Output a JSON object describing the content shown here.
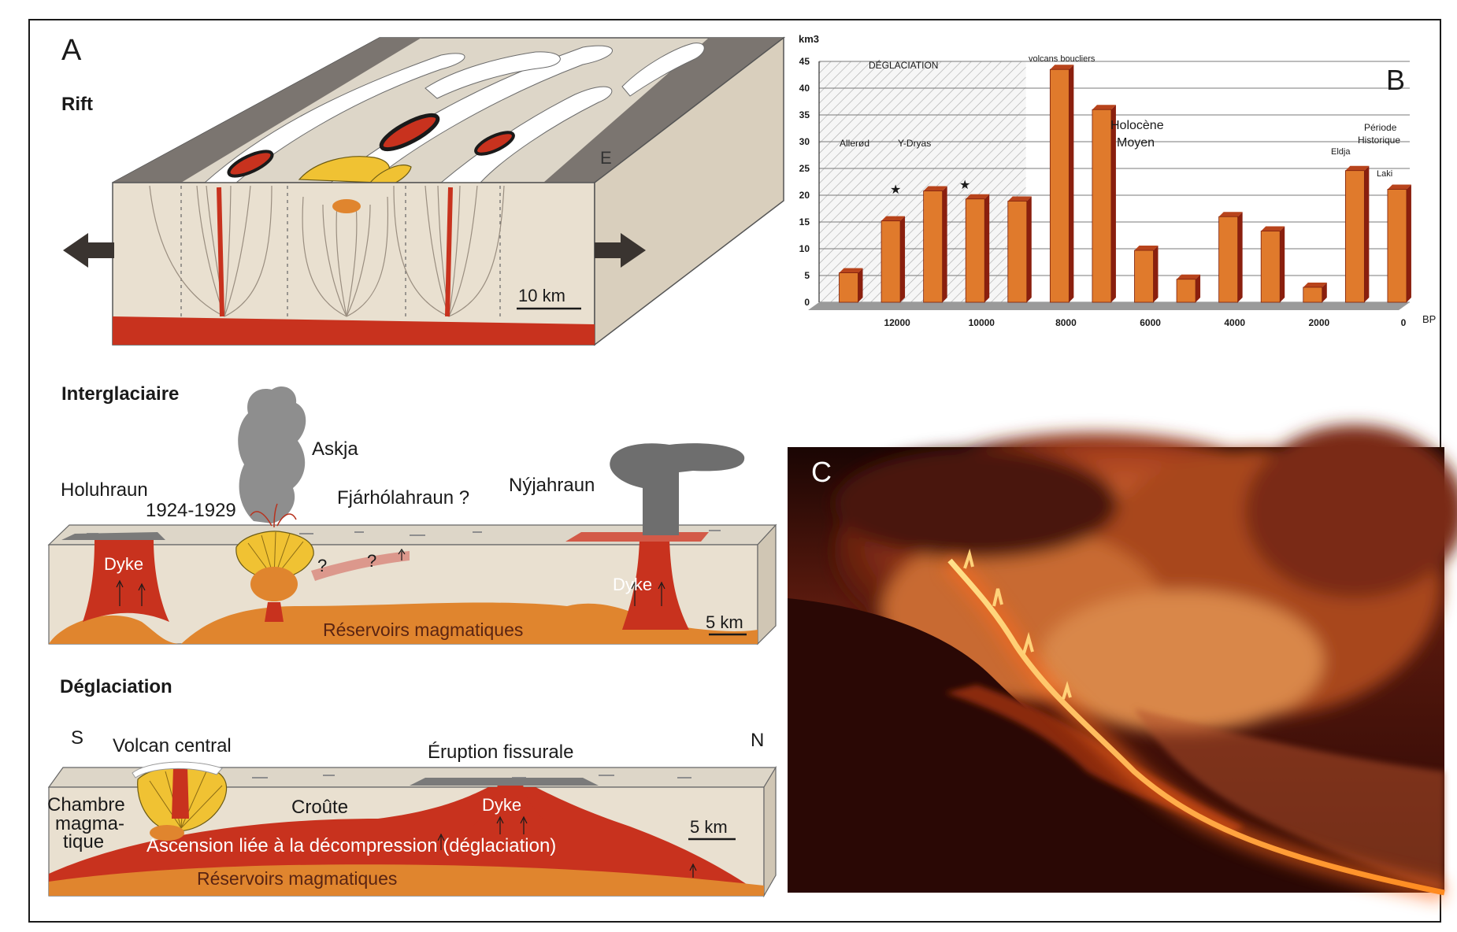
{
  "panel_a": {
    "letter": "A",
    "rift": {
      "title": "Rift",
      "east_label": "E",
      "scale": "10 km"
    },
    "interglacial": {
      "title": "Interglaciaire",
      "labels": {
        "askja": "Askja",
        "holuhraun": "Holuhraun",
        "years": "1924-1929",
        "fjarholahraun": "Fjárhólahraun ?",
        "nyjahraun": "Nýjahraun",
        "dyke_left": "Dyke",
        "dyke_right": "Dyke",
        "question1": "?",
        "question2": "?",
        "reservoirs": "Réservoirs magmatiques",
        "scale": "5 km"
      }
    },
    "deglaciation": {
      "title": "Déglaciation",
      "labels": {
        "south": "S",
        "north": "N",
        "central_volcano": "Volcan central",
        "fissure_eruption": "Éruption fissurale",
        "chamber_1": "Chambre",
        "chamber_2": "magma-",
        "chamber_3": "tique",
        "crust": "Croûte",
        "dyke": "Dyke",
        "scale": "5 km",
        "ascension": "Ascension liée à la décompression (déglaciation)",
        "reservoirs": "Réservoirs magmatiques"
      }
    }
  },
  "panel_b": {
    "letter": "B",
    "labels": {
      "deglaciation": "DÉGLACIATION",
      "allerod": "Allerød",
      "ydryas": "Y-Dryas",
      "star_left": "★",
      "star_right": "★",
      "shield_volcanoes": "volcans boucliers",
      "holocene_1": "Holocène",
      "holocene_2": "Moyen",
      "historic_1": "Période",
      "historic_2": "Historique",
      "eldja": "Eldja",
      "laki": "Laki"
    },
    "chart_data": {
      "type": "bar",
      "ylabel": "km3",
      "xlabel": "BP",
      "ylim": [
        0,
        45
      ],
      "yticks": [
        0,
        5,
        10,
        15,
        20,
        25,
        30,
        35,
        40,
        45
      ],
      "xlim": [
        14000,
        0
      ],
      "xticks": [
        12000,
        10000,
        8000,
        6000,
        4000,
        2000,
        0
      ],
      "hatched_range": [
        14000,
        9100
      ],
      "grid": true,
      "bar_color": "#e07a2c",
      "bar_dark": "#8a1f0e",
      "bars": [
        {
          "x": 13300,
          "value": 5.5
        },
        {
          "x": 12300,
          "value": 15.2
        },
        {
          "x": 11300,
          "value": 20.8
        },
        {
          "x": 10300,
          "value": 19.3
        },
        {
          "x": 9300,
          "value": 18.9
        },
        {
          "x": 8300,
          "value": 43.5
        },
        {
          "x": 7300,
          "value": 36.0
        },
        {
          "x": 6300,
          "value": 9.7
        },
        {
          "x": 5300,
          "value": 4.3
        },
        {
          "x": 4300,
          "value": 16.0
        },
        {
          "x": 3300,
          "value": 13.3
        },
        {
          "x": 2300,
          "value": 2.8
        },
        {
          "x": 1300,
          "value": 24.6
        },
        {
          "x": 300,
          "value": 21.1
        }
      ]
    }
  },
  "panel_c": {
    "letter": "C"
  },
  "colors": {
    "magma_red": "#c8321e",
    "reservoir_orange": "#e0852e",
    "crust_beige": "#e9e0d0",
    "shoulder_grey": "#7b7570",
    "chamber_yellow": "#f0c233",
    "ash_grey": "#8e8e8e",
    "lava_glow": "#ffb84a"
  }
}
